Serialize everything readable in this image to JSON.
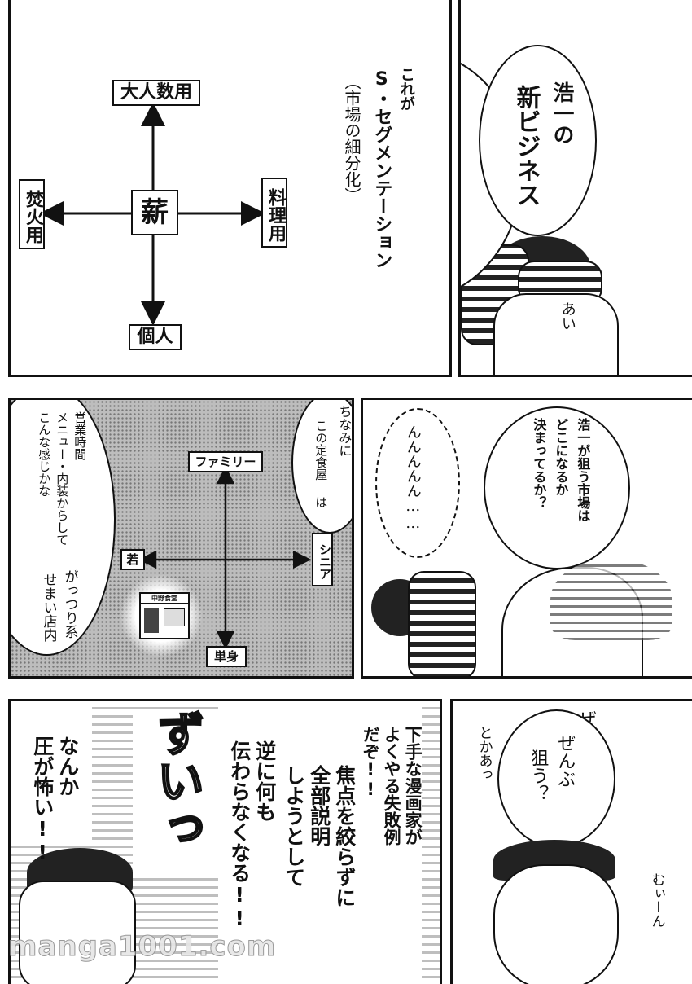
{
  "panel1": {
    "center": "薪",
    "up": "大人数用",
    "down": "個人",
    "left": "焚火用",
    "right": "料理用"
  },
  "panel2": {
    "bubble_left_line1": "これが",
    "bubble_left_line2": "S・セグメンテーション",
    "bubble_left_line3": "（市場の細分化）",
    "bubble_right_line1": "浩一の",
    "bubble_right_line2": "新ビジネス",
    "sfx": "あい"
  },
  "panel3": {
    "narration_line1": "営業時間",
    "narration_line2": "メニュー・内装からして",
    "narration_line3": "こんな感じかな",
    "aside": "ちなみに",
    "bubble_line1": "この定食屋",
    "bubble_line2": "は",
    "up": "ファミリー",
    "down": "単身",
    "left": "若",
    "right": "シニア",
    "shop_sign": "中野食堂",
    "handwritten_line1": "がっつり系",
    "handwritten_line2": "せまい店内"
  },
  "panel4": {
    "bubble_line1": "浩一が狙う市場は",
    "bubble_line2": "どこになるか",
    "bubble_line3": "決まってるか？",
    "thought": "んんんんん……"
  },
  "panel5": {
    "col1": "下手な漫画家が",
    "col2": "よくやる失敗例",
    "col3": "だぞ!!",
    "col4": "焦点を絞らずに",
    "col5": "全部説明",
    "col6": "しようとして",
    "col7": "逆に何も",
    "col8": "伝わらなくなる!!",
    "sfx": "ずいっ",
    "left_line1": "なんか",
    "left_line2": "圧が怖い!!"
  },
  "panel6": {
    "sfx_top": "ぜ",
    "bubble_line1": "ぜんぶ",
    "bubble_line2": "狙う？",
    "aside": "とかあっ",
    "sfx_bottom": "むぃーん"
  },
  "watermark": "manga1001.com"
}
